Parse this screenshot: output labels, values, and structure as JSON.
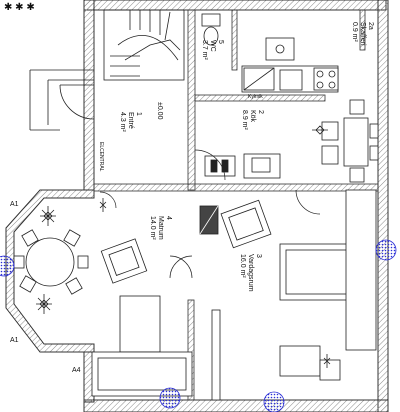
{
  "rooms": {
    "entrance": {
      "number": "1",
      "name": "Entré",
      "area": "4.3 m²",
      "level_marker": "±0.00",
      "panel": "ELCENTRAL"
    },
    "kitchen": {
      "number": "2",
      "name": "Kök",
      "area": "8.9 m²",
      "appliance": "Kylmik"
    },
    "living": {
      "number": "3",
      "name": "Vardagsrum",
      "area": "16.0 m²"
    },
    "dining": {
      "number": "4",
      "name": "Matrum",
      "area": "14.0 m²"
    },
    "wc": {
      "number": "5",
      "name": "WC",
      "area": "3.7 m²"
    },
    "storage": {
      "number": "2a",
      "name": "Skafferi",
      "area": "0.9 m²"
    }
  },
  "section_markers": {
    "a1_top": "A1",
    "a1_bottom": "A1",
    "a4": "A4"
  },
  "colors": {
    "wall": "#3a3a3a",
    "hatch": "#9a9a9a",
    "line": "#1a1a1a",
    "marker": "#2b2fd6"
  }
}
